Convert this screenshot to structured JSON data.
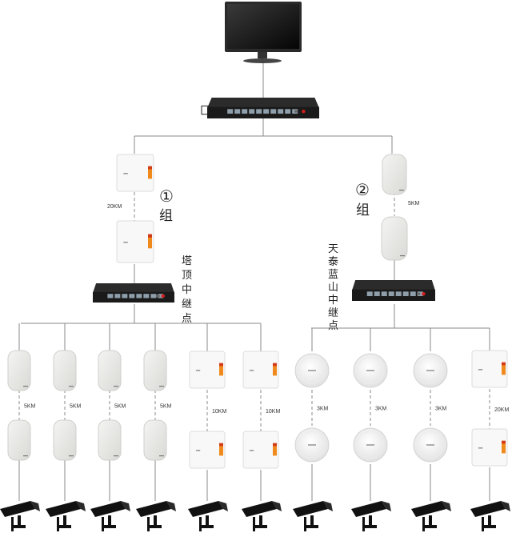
{
  "colors": {
    "line": "#8a8a8a",
    "device_dark": "#1a1a1a",
    "port": "#8e9eaa",
    "ap_white": "#f8f8f8",
    "ap_gray": "#e6e6e6",
    "orange_label": "#f08a1c",
    "camera": "#111111"
  },
  "top": {
    "monitor_icon": "monitor-icon",
    "switch_icon": "network-switch-icon"
  },
  "groups": [
    {
      "marker": "①",
      "word": "组",
      "link_distance": "20KM",
      "relay_label": "塔顶中继点"
    },
    {
      "marker": "②",
      "word": "组",
      "link_distance": "5KM",
      "relay_label": "天泰蓝山中继点"
    }
  ],
  "branches": [
    {
      "distance": "5KM",
      "ap_style": "gray-panel"
    },
    {
      "distance": "5KM",
      "ap_style": "gray-panel"
    },
    {
      "distance": "5KM",
      "ap_style": "gray-panel"
    },
    {
      "distance": "5KM",
      "ap_style": "gray-panel"
    },
    {
      "distance": "10KM",
      "ap_style": "white-square"
    },
    {
      "distance": "10KM",
      "ap_style": "white-square"
    },
    {
      "distance": "3KM",
      "ap_style": "ceiling-round"
    },
    {
      "distance": "3KM",
      "ap_style": "ceiling-round"
    },
    {
      "distance": "3KM",
      "ap_style": "ceiling-round"
    },
    {
      "distance": "20KM",
      "ap_style": "white-square"
    }
  ],
  "camera_icon": "cctv-camera-icon"
}
